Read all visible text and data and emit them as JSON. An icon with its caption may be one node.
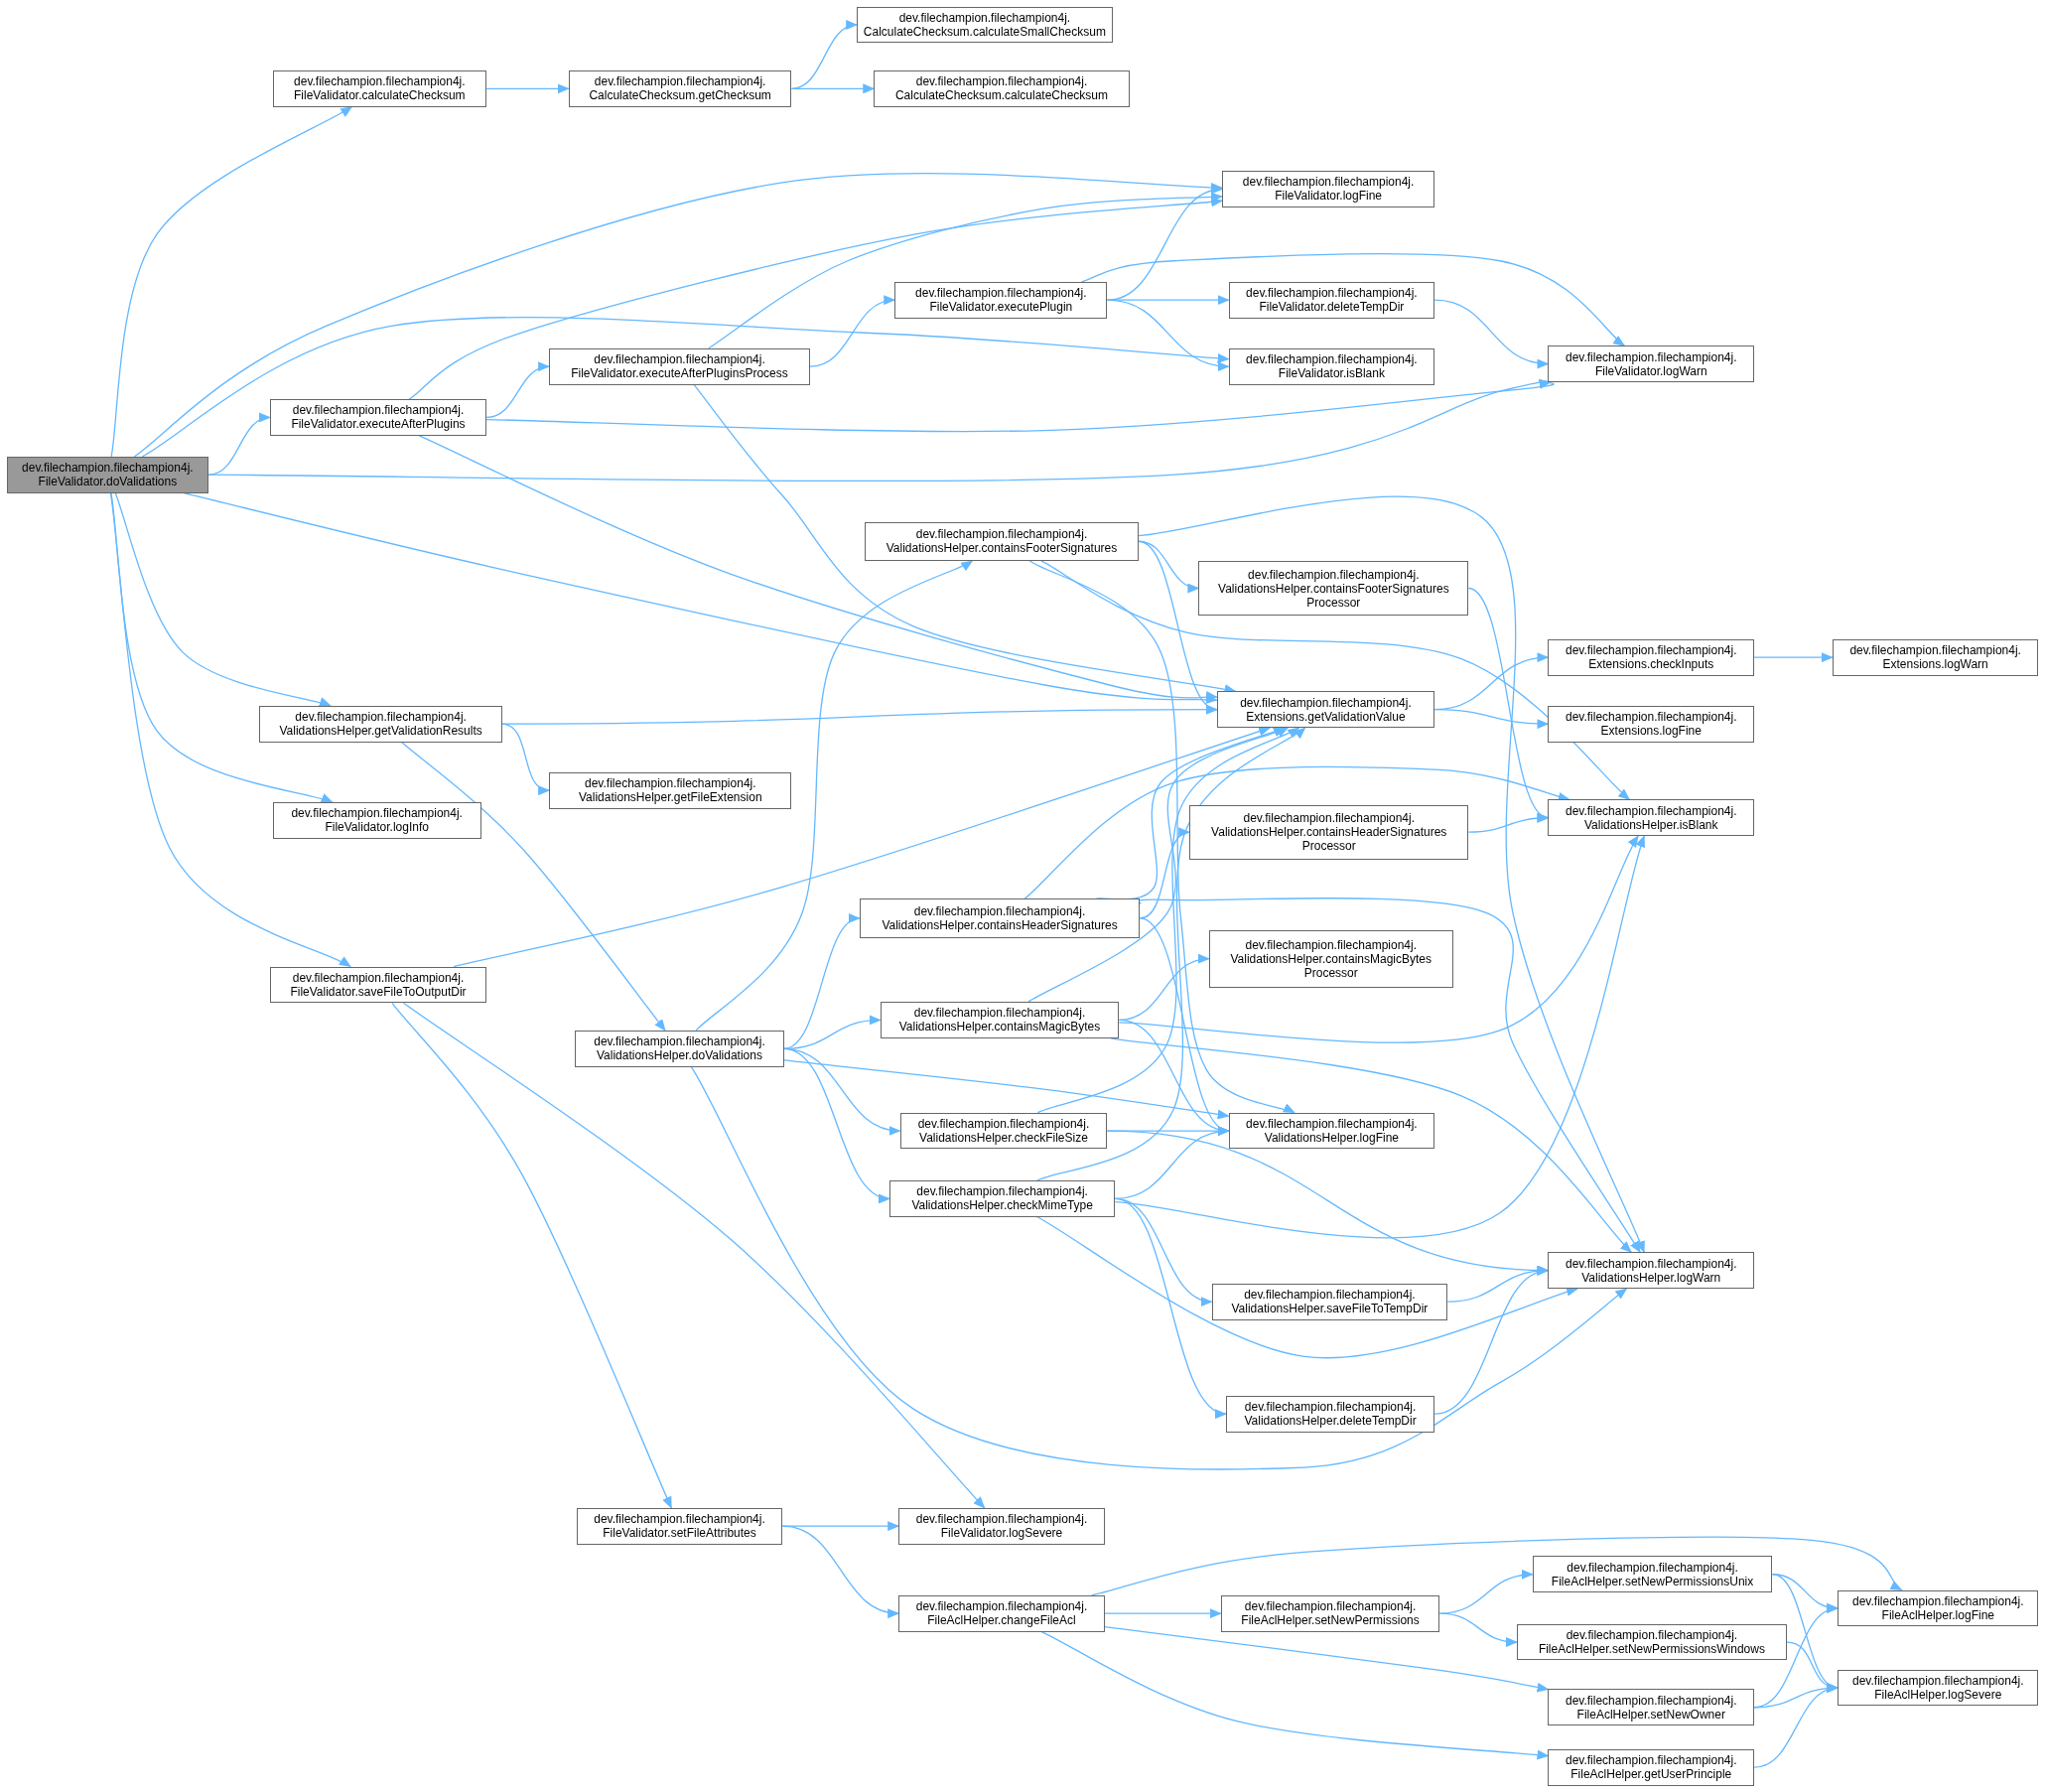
{
  "diagram": {
    "nodes": [
      {
        "text": [
          "dev.filechampion.filechampion4j. FileValidator.doValidations"
        ]
      },
      {
        "text": [
          "dev.filechampion.filechampion4j. FileValidator.calculateChecksum"
        ]
      },
      {
        "text": [
          "dev.filechampion.filechampion4j. CalculateChecksum.getChecksum"
        ]
      },
      {
        "text": [
          "dev.filechampion.filechampion4j. CalculateChecksum.calculateSmallChecksum"
        ]
      },
      {
        "text": [
          "dev.filechampion.filechampion4j. CalculateChecksum.calculateChecksum"
        ]
      },
      {
        "text": [
          "dev.filechampion.filechampion4j. FileValidator.logFine"
        ]
      },
      {
        "text": [
          "dev.filechampion.filechampion4j. FileValidator.executePlugin"
        ]
      },
      {
        "text": [
          "dev.filechampion.filechampion4j. FileValidator.deleteTempDir"
        ]
      },
      {
        "text": [
          "dev.filechampion.filechampion4j. FileValidator.executeAfterPluginsProcess"
        ]
      },
      {
        "text": [
          "dev.filechampion.filechampion4j. FileValidator.isBlank"
        ]
      },
      {
        "text": [
          "dev.filechampion.filechampion4j. FileValidator.logWarn"
        ]
      },
      {
        "text": [
          "dev.filechampion.filechampion4j. FileValidator.executeAfterPlugins"
        ]
      },
      {
        "text": [
          "dev.filechampion.filechampion4j. ValidationsHelper.containsFooterSignatures"
        ]
      },
      {
        "text": [
          "dev.filechampion.filechampion4j. ValidationsHelper.containsFooterSignatures Processor"
        ]
      },
      {
        "text": [
          "dev.filechampion.filechampion4j. Extensions.checkInputs"
        ]
      },
      {
        "text": [
          "dev.filechampion.filechampion4j. Extensions.logWarn"
        ]
      },
      {
        "text": [
          "dev.filechampion.filechampion4j. Extensions.getValidationValue"
        ]
      },
      {
        "text": [
          "dev.filechampion.filechampion4j. Extensions.logFine"
        ]
      },
      {
        "text": [
          "dev.filechampion.filechampion4j. ValidationsHelper.getValidationResults"
        ]
      },
      {
        "text": [
          "dev.filechampion.filechampion4j. ValidationsHelper.getFileExtension"
        ]
      },
      {
        "text": [
          "dev.filechampion.filechampion4j. FileValidator.logInfo"
        ]
      },
      {
        "text": [
          "dev.filechampion.filechampion4j. ValidationsHelper.isBlank"
        ]
      },
      {
        "text": [
          "dev.filechampion.filechampion4j. ValidationsHelper.containsHeaderSignatures Processor"
        ]
      },
      {
        "text": [
          "dev.filechampion.filechampion4j. ValidationsHelper.containsHeaderSignatures"
        ]
      },
      {
        "text": [
          "dev.filechampion.filechampion4j. ValidationsHelper.containsMagicBytes Processor"
        ]
      },
      {
        "text": [
          "dev.filechampion.filechampion4j. FileValidator.saveFileToOutputDir"
        ]
      },
      {
        "text": [
          "dev.filechampion.filechampion4j. ValidationsHelper.containsMagicBytes"
        ]
      },
      {
        "text": [
          "dev.filechampion.filechampion4j. ValidationsHelper.doValidations"
        ]
      },
      {
        "text": [
          "dev.filechampion.filechampion4j. ValidationsHelper.checkFileSize"
        ]
      },
      {
        "text": [
          "dev.filechampion.filechampion4j. ValidationsHelper.logFine"
        ]
      },
      {
        "text": [
          "dev.filechampion.filechampion4j. ValidationsHelper.checkMimeType"
        ]
      },
      {
        "text": [
          "dev.filechampion.filechampion4j. ValidationsHelper.logWarn"
        ]
      },
      {
        "text": [
          "dev.filechampion.filechampion4j. ValidationsHelper.saveFileToTempDir"
        ]
      },
      {
        "text": [
          "dev.filechampion.filechampion4j. ValidationsHelper.deleteTempDir"
        ]
      },
      {
        "text": [
          "dev.filechampion.filechampion4j. FileValidator.setFileAttributes"
        ]
      },
      {
        "text": [
          "dev.filechampion.filechampion4j. FileValidator.logSevere"
        ]
      },
      {
        "text": [
          "dev.filechampion.filechampion4j. FileAclHelper.changeFileAcl"
        ]
      },
      {
        "text": [
          "dev.filechampion.filechampion4j. FileAclHelper.setNewPermissions"
        ]
      },
      {
        "text": [
          "dev.filechampion.filechampion4j. FileAclHelper.setNewPermissionsUnix"
        ]
      },
      {
        "text": [
          "dev.filechampion.filechampion4j. FileAclHelper.setNewPermissionsWindows"
        ]
      },
      {
        "text": [
          "dev.filechampion.filechampion4j. FileAclHelper.logFine"
        ]
      },
      {
        "text": [
          "dev.filechampion.filechampion4j. FileAclHelper.setNewOwner"
        ]
      },
      {
        "text": [
          "dev.filechampion.filechampion4j. FileAclHelper.logSevere"
        ]
      },
      {
        "text": [
          "dev.filechampion.filechampion4j. FileAclHelper.getUserPrinciple"
        ]
      }
    ],
    "edges": [
      {
        "from": 0,
        "to": 1,
        "arrow": "to"
      },
      {
        "from": 0,
        "to": 5,
        "arrow": "to"
      },
      {
        "from": 0,
        "to": 9,
        "arrow": "to"
      },
      {
        "from": 0,
        "to": 11,
        "arrow": "to"
      },
      {
        "from": 0,
        "to": 10,
        "arrow": "to"
      },
      {
        "from": 0,
        "to": 16,
        "arrow": "to"
      },
      {
        "from": 0,
        "to": 18,
        "arrow": "to"
      },
      {
        "from": 0,
        "to": 20,
        "arrow": "to"
      },
      {
        "from": 0,
        "to": 25,
        "arrow": "to"
      },
      {
        "from": 1,
        "to": 2,
        "arrow": "to"
      },
      {
        "from": 2,
        "to": 3,
        "arrow": "to"
      },
      {
        "from": 2,
        "to": 4,
        "arrow": "to"
      },
      {
        "from": 11,
        "to": 5,
        "arrow": "to"
      },
      {
        "from": 11,
        "to": 8,
        "arrow": "to"
      },
      {
        "from": 11,
        "to": 10,
        "arrow": "to"
      },
      {
        "from": 11,
        "to": 16,
        "arrow": "to"
      },
      {
        "from": 8,
        "to": 5,
        "arrow": "to"
      },
      {
        "from": 8,
        "to": 6,
        "arrow": "to"
      },
      {
        "from": 8,
        "to": 16,
        "arrow": "to"
      },
      {
        "from": 6,
        "to": 5,
        "arrow": "to"
      },
      {
        "from": 6,
        "to": 10,
        "arrow": "to"
      },
      {
        "from": 6,
        "to": 7,
        "arrow": "to"
      },
      {
        "from": 6,
        "to": 9,
        "arrow": "to"
      },
      {
        "from": 7,
        "to": 10,
        "arrow": "to"
      },
      {
        "from": 18,
        "to": 16,
        "arrow": "to"
      },
      {
        "from": 18,
        "to": 19,
        "arrow": "to"
      },
      {
        "from": 18,
        "to": 27,
        "arrow": "to"
      },
      {
        "from": 25,
        "to": 16,
        "arrow": "to"
      },
      {
        "from": 25,
        "to": 34,
        "arrow": "to"
      },
      {
        "from": 25,
        "to": 35,
        "arrow": "to"
      },
      {
        "from": 27,
        "to": 12,
        "arrow": "to"
      },
      {
        "from": 27,
        "to": 23,
        "arrow": "to"
      },
      {
        "from": 27,
        "to": 26,
        "arrow": "to"
      },
      {
        "from": 27,
        "to": 28,
        "arrow": "to"
      },
      {
        "from": 27,
        "to": 30,
        "arrow": "to"
      },
      {
        "from": 27,
        "to": 29,
        "arrow": "to"
      },
      {
        "from": 27,
        "to": 31,
        "arrow": "to"
      },
      {
        "from": 12,
        "to": 13,
        "arrow": "to"
      },
      {
        "from": 12,
        "to": 16,
        "arrow": "to"
      },
      {
        "from": 12,
        "to": 21,
        "arrow": "to"
      },
      {
        "from": 12,
        "to": 29,
        "arrow": "to"
      },
      {
        "from": 12,
        "to": 31,
        "arrow": "to"
      },
      {
        "from": 13,
        "to": 21,
        "arrow": "to"
      },
      {
        "from": 16,
        "to": 14,
        "arrow": "to"
      },
      {
        "from": 16,
        "to": 17,
        "arrow": "to"
      },
      {
        "from": 14,
        "to": 15,
        "arrow": "to"
      },
      {
        "from": 23,
        "to": 22,
        "arrow": "to"
      },
      {
        "from": 23,
        "to": 16,
        "arrow": "to"
      },
      {
        "from": 23,
        "to": 21,
        "arrow": "to"
      },
      {
        "from": 23,
        "to": 29,
        "arrow": "to"
      },
      {
        "from": 23,
        "to": 31,
        "arrow": "to"
      },
      {
        "from": 22,
        "to": 21,
        "arrow": "to"
      },
      {
        "from": 26,
        "to": 24,
        "arrow": "to"
      },
      {
        "from": 26,
        "to": 16,
        "arrow": "to"
      },
      {
        "from": 26,
        "to": 21,
        "arrow": "to"
      },
      {
        "from": 26,
        "to": 29,
        "arrow": "to"
      },
      {
        "from": 26,
        "to": 31,
        "arrow": "to"
      },
      {
        "from": 28,
        "to": 16,
        "arrow": "to"
      },
      {
        "from": 28,
        "to": 29,
        "arrow": "to"
      },
      {
        "from": 28,
        "to": 31,
        "arrow": "to"
      },
      {
        "from": 30,
        "to": 16,
        "arrow": "to"
      },
      {
        "from": 30,
        "to": 29,
        "arrow": "to"
      },
      {
        "from": 30,
        "to": 21,
        "arrow": "to"
      },
      {
        "from": 30,
        "to": 32,
        "arrow": "to"
      },
      {
        "from": 30,
        "to": 33,
        "arrow": "to"
      },
      {
        "from": 30,
        "to": 31,
        "arrow": "to"
      },
      {
        "from": 32,
        "to": 31,
        "arrow": "to"
      },
      {
        "from": 33,
        "to": 31,
        "arrow": "to"
      },
      {
        "from": 34,
        "to": 35,
        "arrow": "to"
      },
      {
        "from": 34,
        "to": 36,
        "arrow": "to"
      },
      {
        "from": 36,
        "to": 40,
        "arrow": "to"
      },
      {
        "from": 36,
        "to": 37,
        "arrow": "to"
      },
      {
        "from": 36,
        "to": 41,
        "arrow": "to"
      },
      {
        "from": 36,
        "to": 43,
        "arrow": "to"
      },
      {
        "from": 37,
        "to": 38,
        "arrow": "to"
      },
      {
        "from": 37,
        "to": 39,
        "arrow": "to"
      },
      {
        "from": 38,
        "to": 40,
        "arrow": "to"
      },
      {
        "from": 38,
        "to": 42,
        "arrow": "to"
      },
      {
        "from": 39,
        "to": 42,
        "arrow": "to"
      },
      {
        "from": 41,
        "to": 40,
        "arrow": "to"
      },
      {
        "from": 41,
        "to": 42,
        "arrow": "to"
      },
      {
        "from": 43,
        "to": 42,
        "arrow": "to"
      }
    ]
  }
}
